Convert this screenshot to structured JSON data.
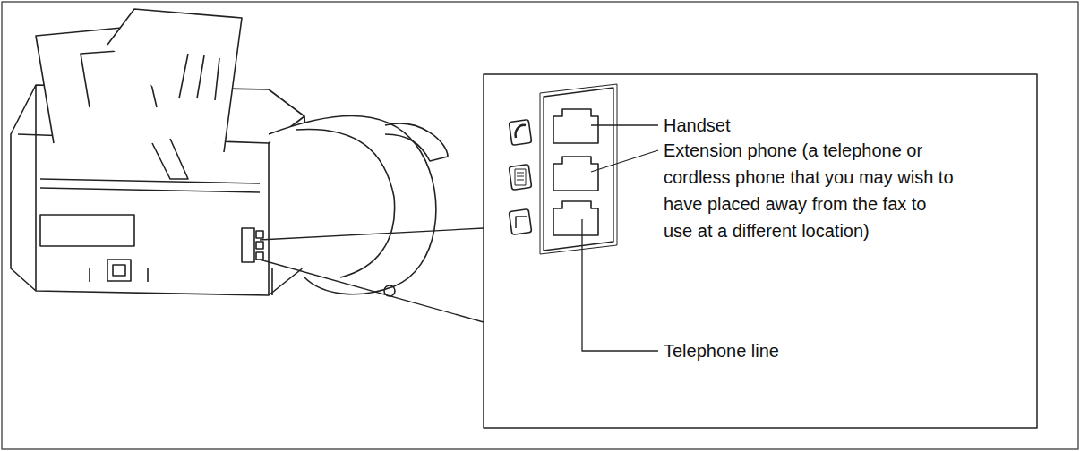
{
  "diagram": {
    "labels": [
      "Handset",
      "Extension phone (a telephone or cordless phone that you may wish to have placed away from the fax to use at a different location)",
      "Telephone line"
    ]
  }
}
